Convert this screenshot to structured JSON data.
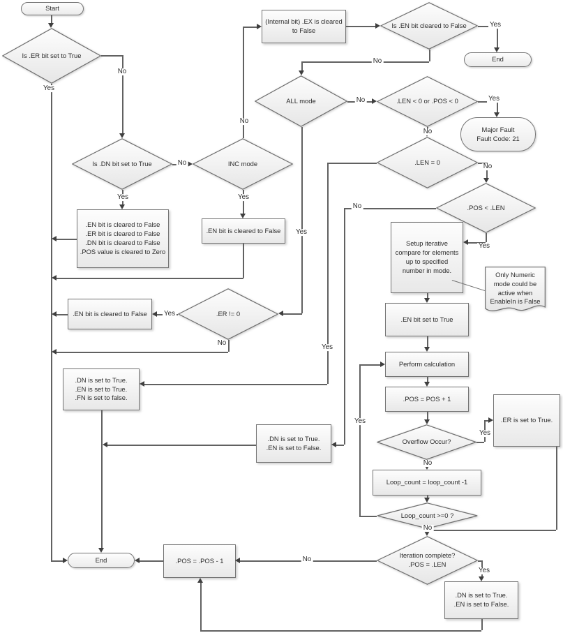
{
  "diagram_colors": {
    "shape_border": "#737373",
    "shape_fill_top": "#fdfdfd",
    "shape_fill_bottom": "#e8e8e8",
    "connector_line": "#616161",
    "text": "#2b2b2b"
  },
  "nodes": {
    "start": {
      "label": "Start"
    },
    "d_er": {
      "label": "Is .ER bit set to True"
    },
    "d_dn": {
      "label": "Is .DN bit set to True"
    },
    "d_inc": {
      "label": "INC mode"
    },
    "box_clear4": {
      "label": ".EN bit is cleared to False\n.ER bit is cleared to False\n.DN bit is cleared to False\n.POS value is cleared to Zero"
    },
    "box_en_clear1": {
      "label": ".EN bit is cleared to False"
    },
    "box_ex": {
      "label": "(Internal bit) .EX is cleared\nto False"
    },
    "d_en_cleared": {
      "label": "Is .EN bit cleared to False"
    },
    "end_top": {
      "label": "End"
    },
    "d_all": {
      "label": "ALL mode"
    },
    "d_len_neg": {
      "label": ".LEN < 0 or .POS < 0"
    },
    "major_fault": {
      "label": "Major Fault\nFault Code: 21"
    },
    "d_len0": {
      "label": ".LEN = 0"
    },
    "d_pos_len": {
      "label": ".POS < .LEN"
    },
    "box_setup": {
      "label": "Setup iterative\ncompare for elements\nup to specified\nnumber in mode."
    },
    "note": {
      "label": "Only Numeric\nmode could be\nactive when\nEnableIn is False"
    },
    "box_en_true": {
      "label": ".EN bit set to True"
    },
    "d_er_not0": {
      "label": ".ER != 0"
    },
    "box_en_clear2": {
      "label": ".EN bit is cleared to False"
    },
    "box_dn_en_fn": {
      "label": ".DN is set to True.\n.EN is set to True.\n.FN is set to false."
    },
    "box_perform": {
      "label": "Perform calculation"
    },
    "box_pos_inc": {
      "label": ".POS = POS + 1"
    },
    "box_er_true": {
      "label": ".ER is set to True."
    },
    "d_overflow": {
      "label": "Overflow Occur?"
    },
    "box_loop": {
      "label": "Loop_count = loop_count -1"
    },
    "d_loop": {
      "label": "Loop_count >=0 ?"
    },
    "d_iter": {
      "label": "Iteration complete?\n.POS = .LEN"
    },
    "box_dn_en2": {
      "label": ".DN is set to True.\n.EN is set to False."
    },
    "box_dn_en_mid": {
      "label": ".DN is set to True.\n.EN is set to False."
    },
    "box_pos_dec": {
      "label": ".POS = .POS - 1"
    },
    "end_bottom": {
      "label": "End"
    }
  },
  "edge_labels": {
    "er_no": "No",
    "er_yes": "Yes",
    "dn_no": "No",
    "dn_yes": "Yes",
    "inc_no": "No",
    "inc_yes": "Yes",
    "en_cleared_no": "No",
    "en_cleared_yes": "Yes",
    "all_no": "No",
    "all_yes": "Yes",
    "len_neg_no": "No",
    "len_neg_yes": "Yes",
    "len0_no": "No",
    "len0_yes": "Yes",
    "pos_len_no": "No",
    "pos_len_yes": "Yes",
    "ernot0_yes": "Yes",
    "ernot0_no": "No",
    "overflow_yes": "Yes",
    "overflow_no": "No",
    "loop_yes": "Yes",
    "loop_no": "No",
    "iter_yes": "Yes",
    "iter_no": "No"
  }
}
